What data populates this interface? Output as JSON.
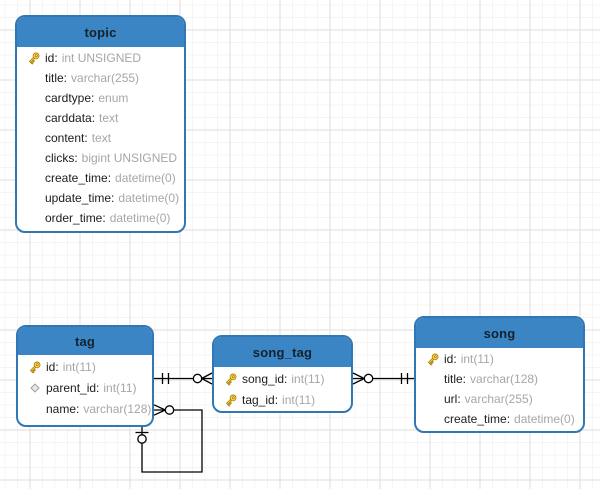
{
  "diagram": {
    "tables": [
      {
        "id": "topic",
        "title": "topic",
        "rows": [
          {
            "icon": "key-icon",
            "name": "id:",
            "type": "int UNSIGNED"
          },
          {
            "icon": null,
            "name": "title:",
            "type": "varchar(255)"
          },
          {
            "icon": null,
            "name": "cardtype:",
            "type": "enum"
          },
          {
            "icon": null,
            "name": "carddata:",
            "type": "text"
          },
          {
            "icon": null,
            "name": "content:",
            "type": "text"
          },
          {
            "icon": null,
            "name": "clicks:",
            "type": "bigint UNSIGNED"
          },
          {
            "icon": null,
            "name": "create_time:",
            "type": "datetime(0)"
          },
          {
            "icon": null,
            "name": "update_time:",
            "type": "datetime(0)"
          },
          {
            "icon": null,
            "name": "order_time:",
            "type": "datetime(0)"
          }
        ]
      },
      {
        "id": "tag",
        "title": "tag",
        "rows": [
          {
            "icon": "key-icon",
            "name": "id:",
            "type": "int(11)"
          },
          {
            "icon": "diamond-icon",
            "name": "parent_id:",
            "type": "int(11)"
          },
          {
            "icon": null,
            "name": "name:",
            "type": "varchar(128)"
          }
        ]
      },
      {
        "id": "song_tag",
        "title": "song_tag",
        "rows": [
          {
            "icon": "key-icon",
            "name": "song_id:",
            "type": "int(11)"
          },
          {
            "icon": "key-icon",
            "name": "tag_id:",
            "type": "int(11)"
          }
        ]
      },
      {
        "id": "song",
        "title": "song",
        "rows": [
          {
            "icon": "key-icon",
            "name": "id:",
            "type": "int(11)"
          },
          {
            "icon": null,
            "name": "title:",
            "type": "varchar(128)"
          },
          {
            "icon": null,
            "name": "url:",
            "type": "varchar(255)"
          },
          {
            "icon": null,
            "name": "create_time:",
            "type": "datetime(0)"
          }
        ]
      }
    ],
    "relationships": [
      {
        "from_table": "tag",
        "to_table": "song_tag",
        "from_marker": "exactly-one (||)",
        "to_marker": "zero-or-many (o<)"
      },
      {
        "from_table": "song_tag",
        "to_table": "song",
        "from_marker": "zero-or-many (>o)",
        "to_marker": "exactly-one (||)"
      },
      {
        "from_table": "tag",
        "to_table": "tag",
        "from_marker": "zero-or-many (>o)",
        "to_marker": "zero-or-one (o|)",
        "note": "self-reference"
      }
    ],
    "colors": {
      "header_blue": "#3b85c4",
      "border_blue": "#3177b5",
      "title_text": "#14222e",
      "field_name": "#1c1c1c",
      "field_type": "#a6a6a6",
      "key_gold": "#ffd34d",
      "edge": "#000000",
      "grid_minor": "#f4f4f4",
      "grid_major": "#dedede"
    }
  }
}
